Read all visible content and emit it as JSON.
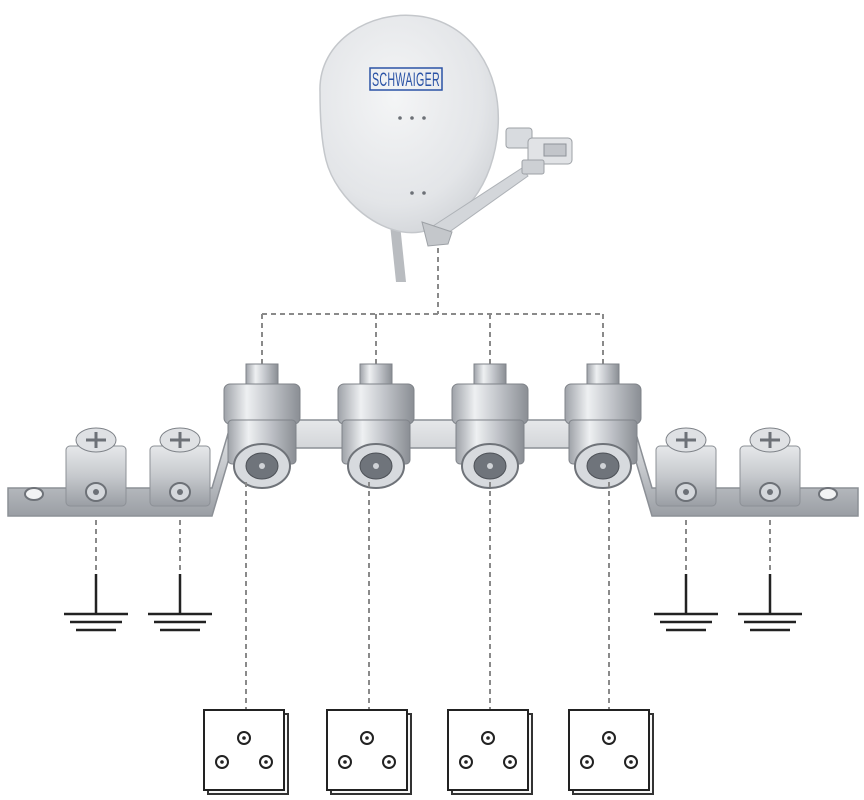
{
  "dish": {
    "brand": "SCHWAIGER",
    "icon": "satellite-dish-icon"
  },
  "rail": {
    "coax_ports": 4,
    "ground_terminals": 4,
    "icon": "grounding-rail-icon"
  },
  "outlets": {
    "count": 4,
    "icon": "antenna-wall-socket-icon"
  },
  "grounds": {
    "count": 4,
    "icon": "earth-ground-symbol-icon"
  },
  "colors": {
    "dish": "#e9eaec",
    "metal": "#c9ccd0",
    "metal_dark": "#8c9096",
    "wire": "#8a8a8a",
    "brand_blue": "#2b53a6",
    "line": "#222222"
  }
}
